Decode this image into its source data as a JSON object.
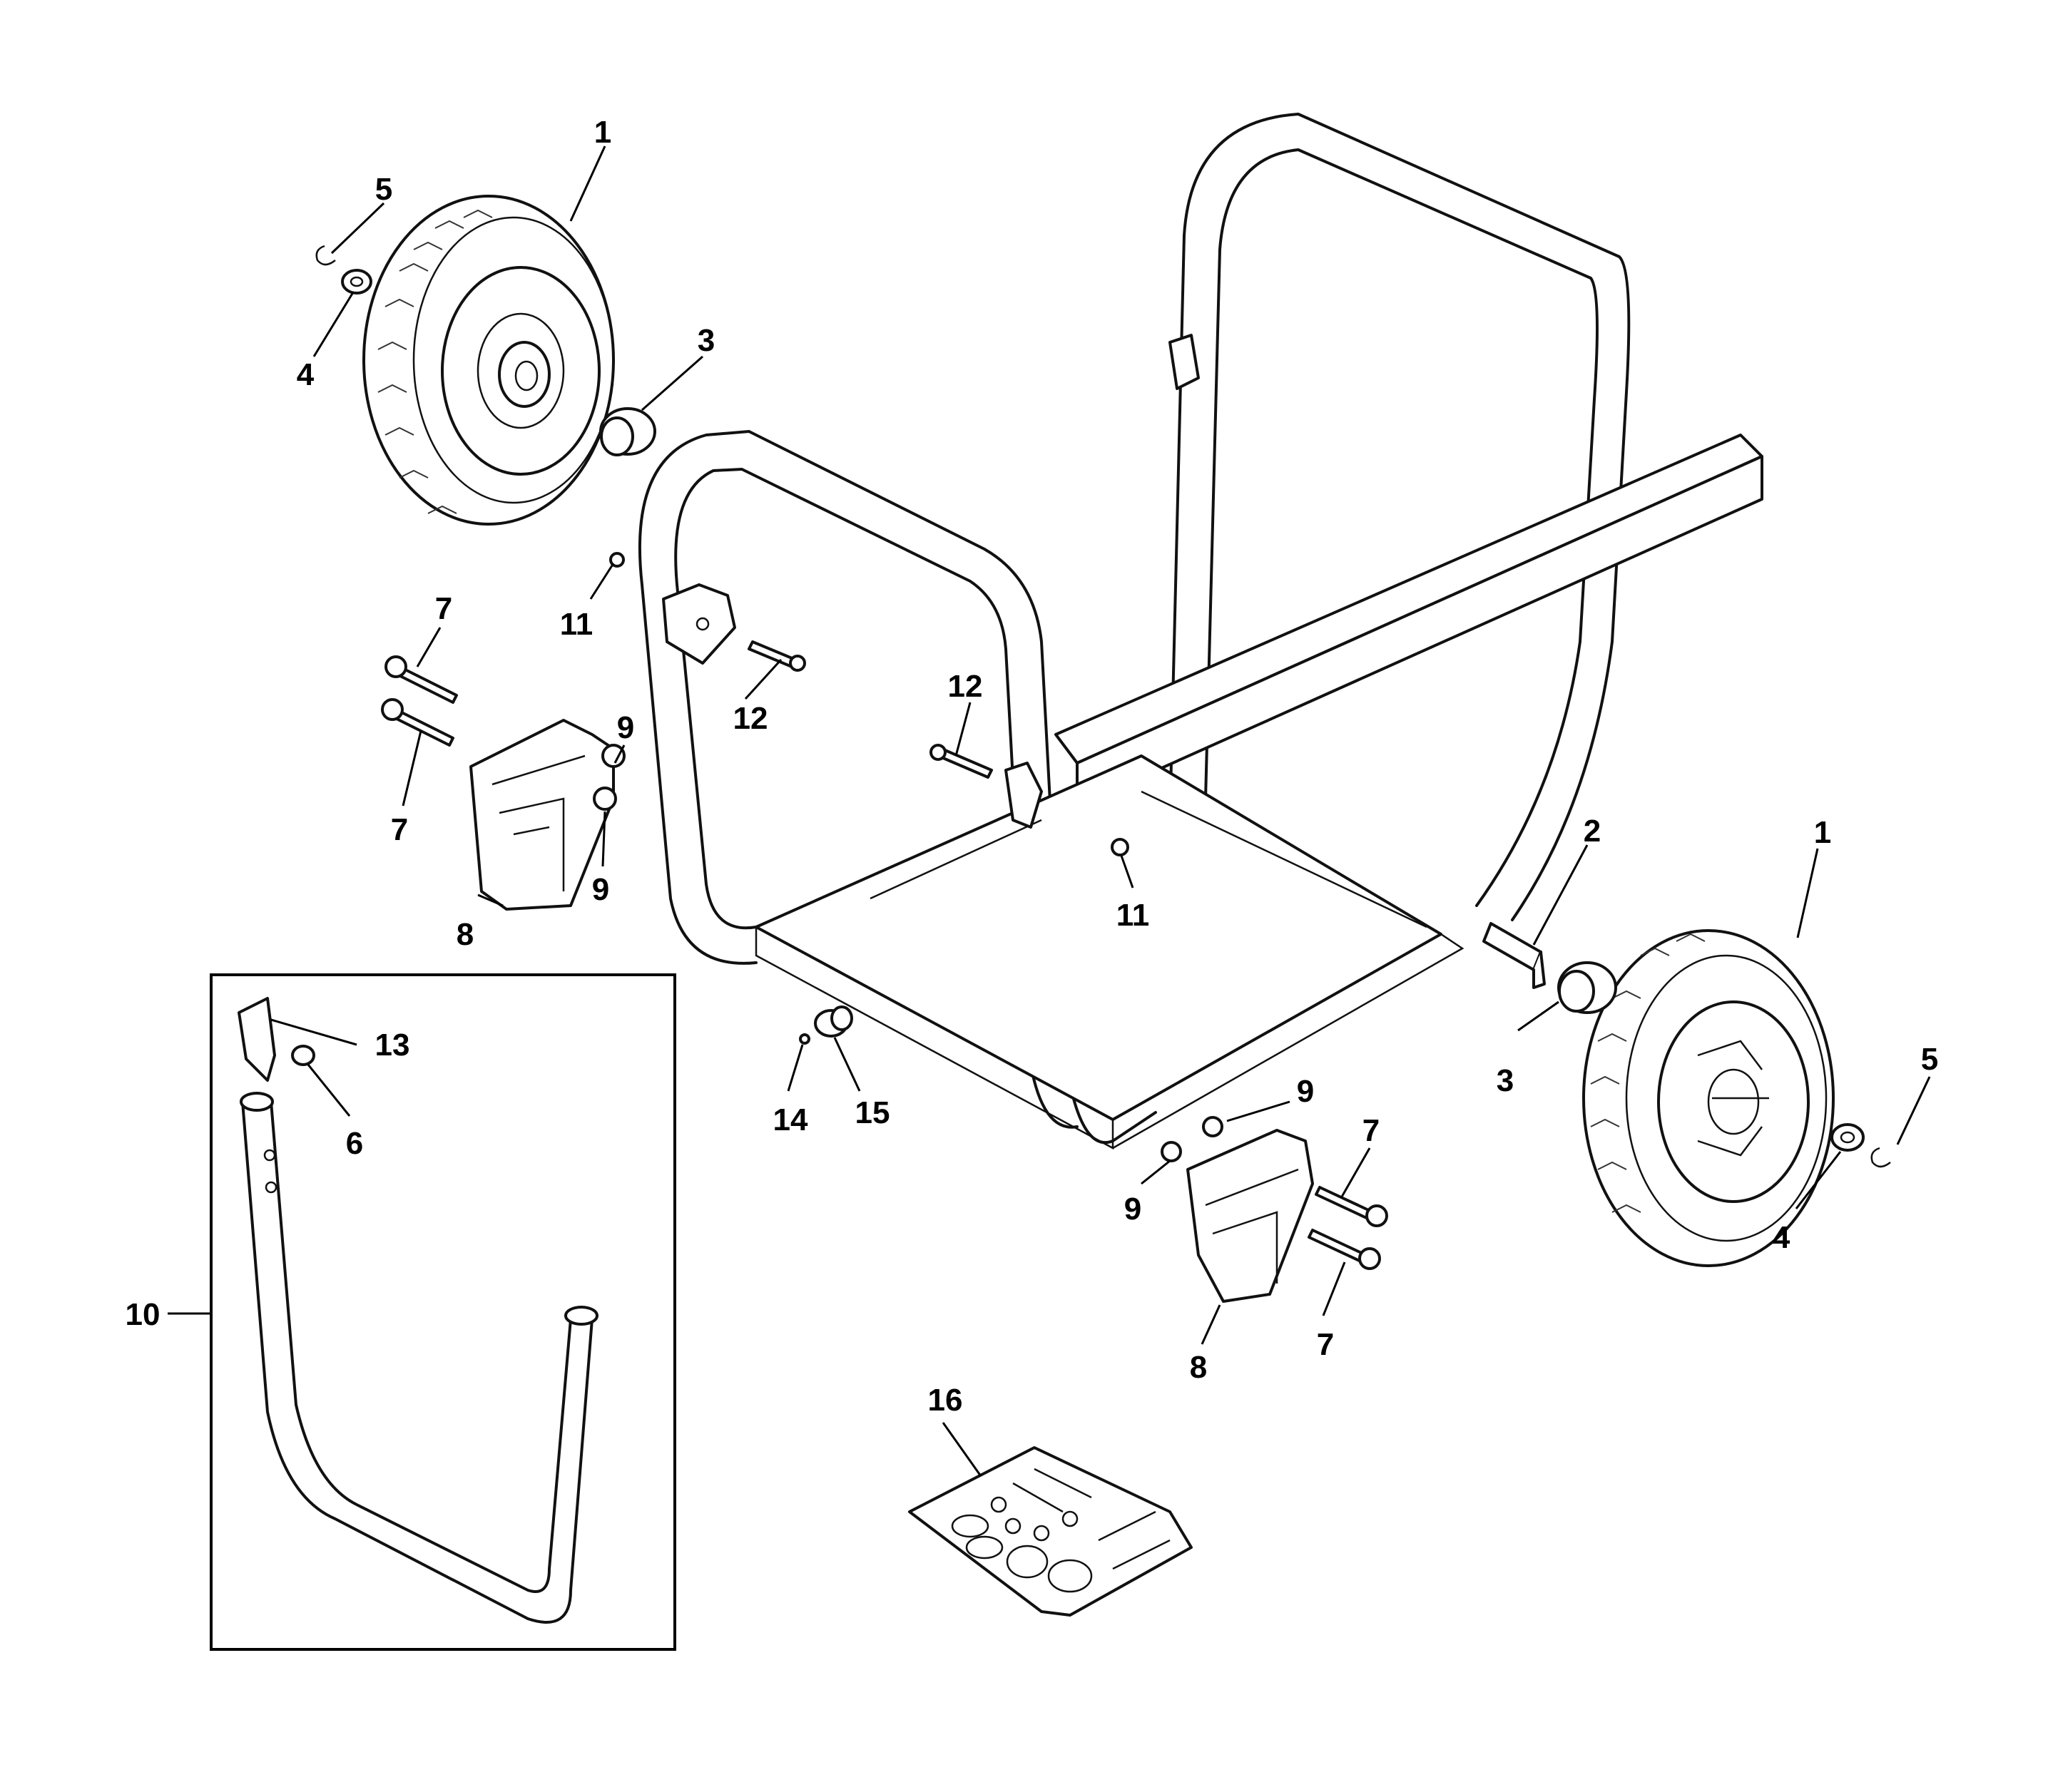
{
  "callouts": {
    "wheel_left": "1",
    "wheel_right": "1",
    "axle": "2",
    "spacer_left": "3",
    "spacer_right": "3",
    "washer_left": "4",
    "washer_right": "4",
    "clip_left": "5",
    "clip_right": "5",
    "cap": "6",
    "bolt_l1": "7",
    "bolt_l2": "7",
    "bolt_r1": "7",
    "bolt_r2": "7",
    "foot_left": "8",
    "foot_right": "8",
    "nut_l1": "9",
    "nut_l2": "9",
    "nut_r1": "9",
    "nut_r2": "9",
    "handle": "10",
    "locknut_left": "11",
    "locknut_center": "11",
    "bolt12_left": "12",
    "bolt12_center": "12",
    "latch": "13",
    "screw": "14",
    "plug": "15",
    "hardware_bag": "16"
  }
}
